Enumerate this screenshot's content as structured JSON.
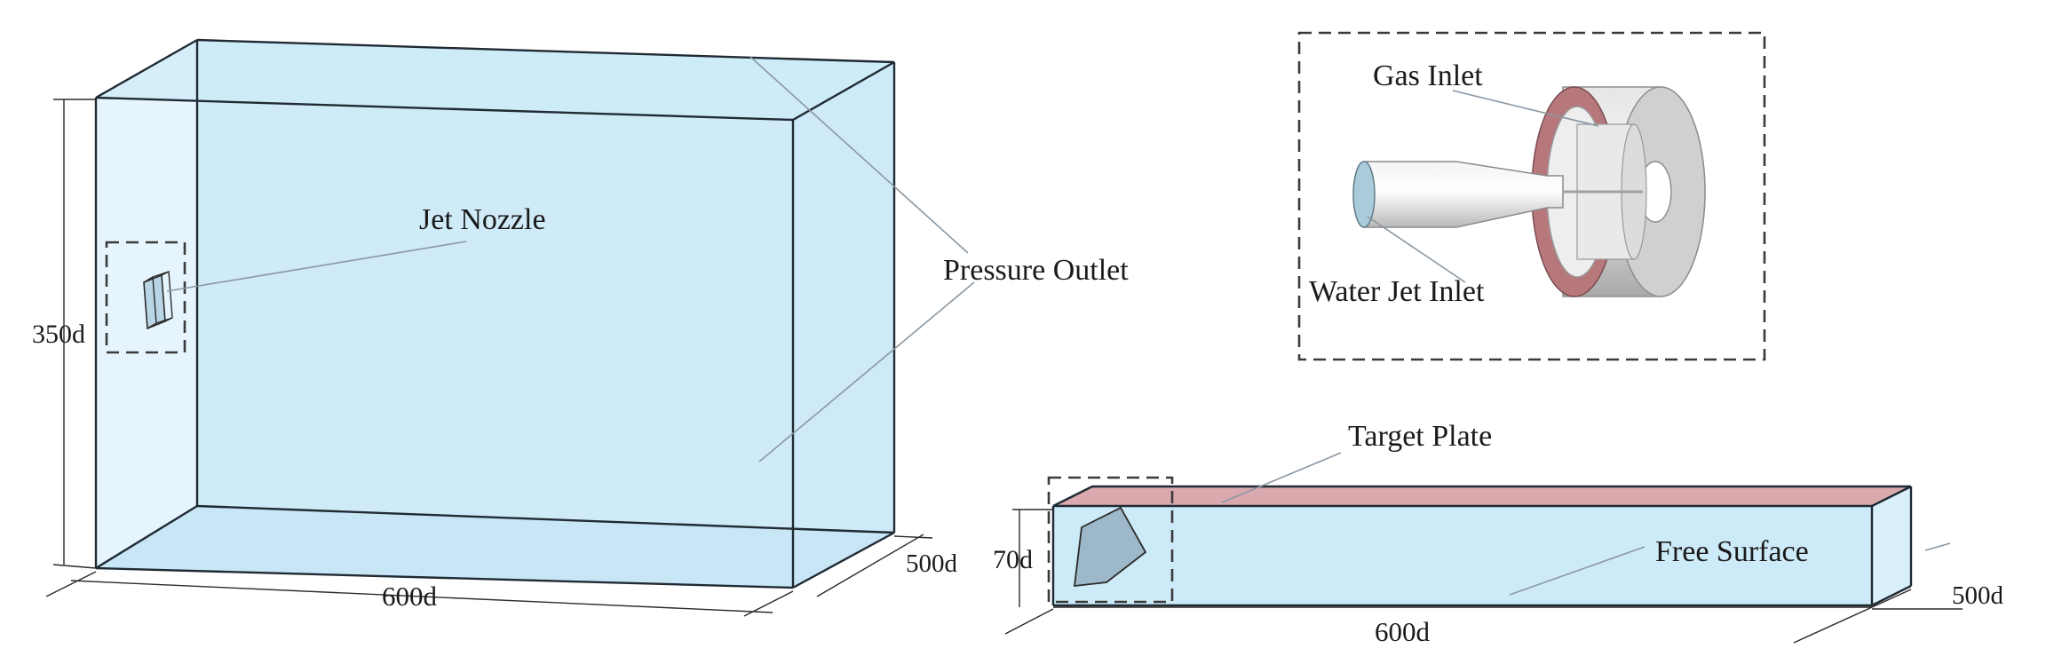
{
  "figure": {
    "colors": {
      "fluid_face": "#cdeaf8",
      "fluid_face_light": "#e6f5fd",
      "target_plate": "#d9a9ae",
      "inlet_ring": "#b7787c",
      "nozzle_metal": "#d6d6d6",
      "outline": "#1f2a33"
    },
    "domain_3d": {
      "labels": {
        "jet_nozzle": "Jet Nozzle",
        "pressure_outlet": "Pressure Outlet"
      },
      "dimensions": {
        "height": "350d",
        "length": "600d",
        "depth": "500d"
      }
    },
    "nozzle_detail": {
      "labels": {
        "gas_inlet": "Gas Inlet",
        "water_jet_inlet": "Water Jet Inlet"
      }
    },
    "domain_side": {
      "labels": {
        "target_plate": "Target Plate",
        "free_surface": "Free Surface"
      },
      "dimensions": {
        "height": "70d",
        "length": "600d",
        "depth": "500d"
      }
    }
  }
}
